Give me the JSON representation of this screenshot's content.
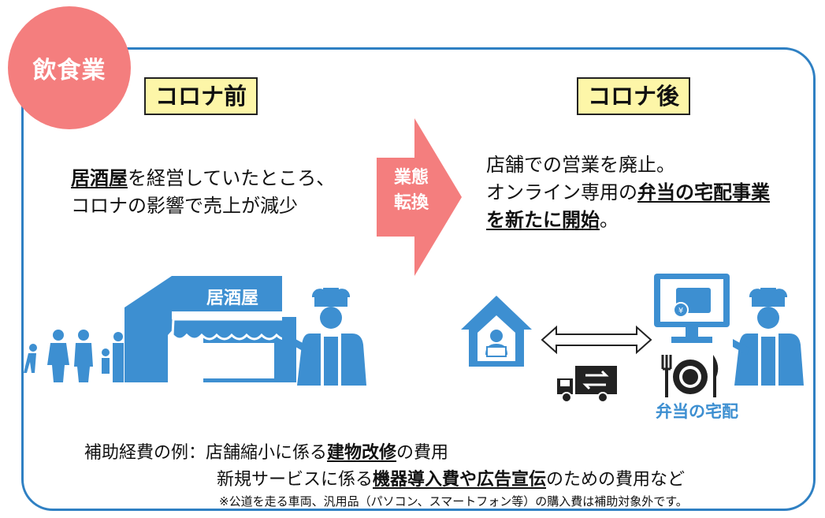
{
  "badge": "飲食業",
  "before_tag": "コロナ前",
  "after_tag": "コロナ後",
  "before_text": {
    "line1_bold": "居酒屋",
    "line1_rest": "を経営していたところ、",
    "line2": "コロナの影響で売上が減少"
  },
  "arrow_label": {
    "line1": "業態",
    "line2": "転換"
  },
  "after_text": {
    "line1": "店舗での営業を廃止。",
    "line2_pre": "オンライン専用の",
    "line2_bold": "弁当の宅配事業",
    "line3_bold": "を新たに開始",
    "line3_rest": "。"
  },
  "izakaya_sign": "居酒屋",
  "bento_label": "弁当の宅配",
  "subsidy": {
    "prefix": "補助経費の例：",
    "l1_pre": "店舗縮小に係る",
    "l1_bold": "建物改修",
    "l1_post": "の費用",
    "l2_pre": "新規サービスに係る",
    "l2_bold": "機器導入費や広告宣伝",
    "l2_post": "のための費用など"
  },
  "note": "※公道を走る車両、汎用品（パソコン、スマートフォン等）の購入費は補助対象外です。",
  "colors": {
    "blue": "#2f80c3",
    "icon_blue": "#3d8fd1",
    "pink": "#f47e7e",
    "tag_yellow": "#fdf6a8"
  }
}
